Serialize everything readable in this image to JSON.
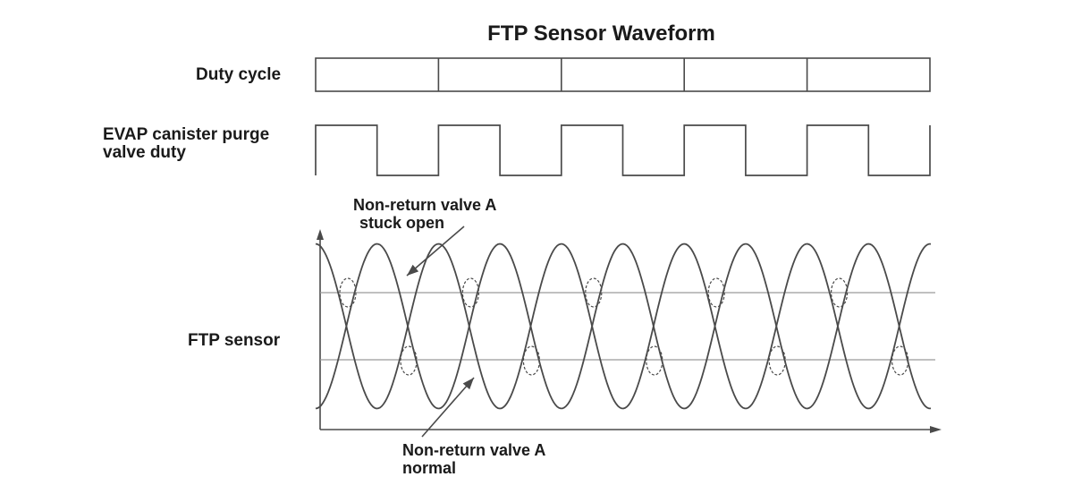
{
  "title": "FTP Sensor Waveform",
  "rows": {
    "duty_cycle": "Duty cycle",
    "purge_valve_line1": "EVAP canister purge",
    "purge_valve_line2": "valve duty",
    "ftp_sensor": "FTP sensor"
  },
  "annotations": {
    "stuck_open_line1": "Non-return valve A",
    "stuck_open_line2": "stuck open",
    "normal_line1": "Non-return valve A",
    "normal_line2": "normal"
  },
  "colors": {
    "line": "#4a4a4a",
    "threshold": "#9a9a9a",
    "text": "#1a1a1a"
  },
  "diagram": {
    "cycles": 5,
    "waveforms": [
      "Non-return valve A stuck open",
      "Non-return valve A normal"
    ],
    "threshold_lines": 2,
    "marked_crossings": 10
  }
}
